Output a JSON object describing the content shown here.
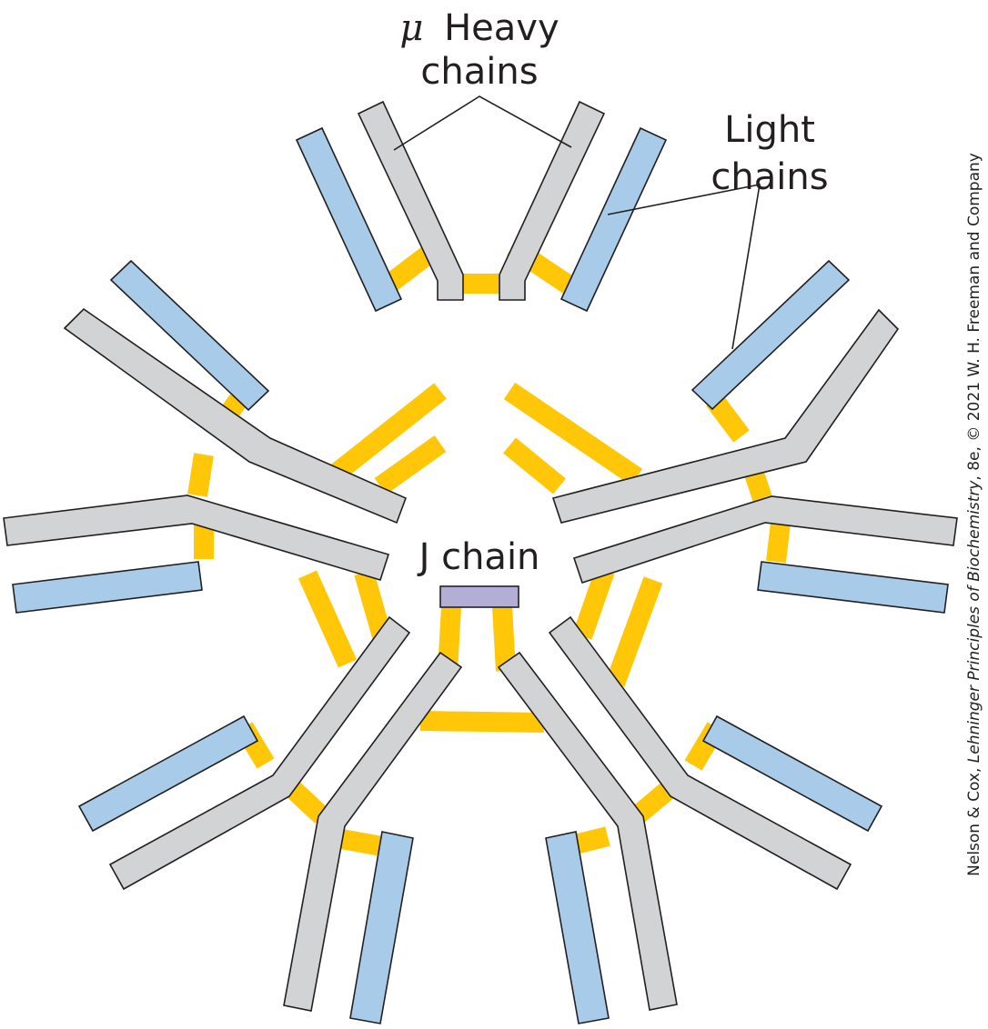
{
  "labels": {
    "mu_symbol": "μ",
    "heavy_line1": "Heavy",
    "heavy_line2": "chains",
    "light_line1": "Light",
    "light_line2": "chains",
    "j_chain": "J chain"
  },
  "credit": {
    "prefix": "Nelson & Cox, ",
    "book_title": "Lehninger Principles of Biochemistry",
    "suffix": ", 8e, © 2021 W. H. Freeman and Company"
  },
  "colors": {
    "heavy_chain": "#d1d3d4",
    "light_chain": "#a8cbea",
    "disulfide_bond": "#ffc708",
    "j_chain": "#b3aed6",
    "outline": "#231f20"
  },
  "structure": {
    "monomer_count": 5,
    "heavy_chain_count": 10,
    "light_chain_count": 10,
    "j_chain_count": 1
  }
}
